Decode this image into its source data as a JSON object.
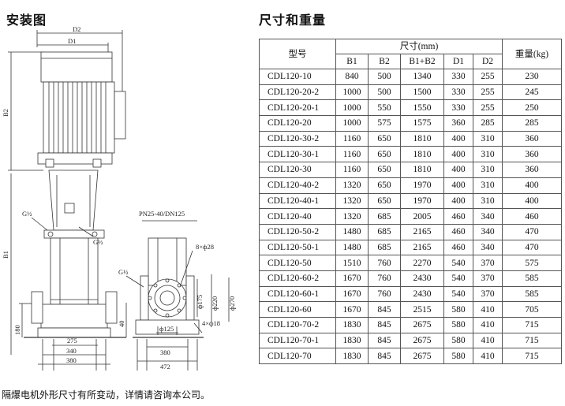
{
  "headings": {
    "install": "安装图",
    "dimensions": "尺寸和重量"
  },
  "drawing": {
    "label_d2": "D2",
    "label_d1": "D1",
    "label_b2": "B2",
    "label_b1": "B1",
    "label_g_top": "G½",
    "label_g_mid": "G½",
    "label_g_side": "G½",
    "label_flange": "PN25-40/DN125",
    "label_bolt_holes": "8×ф28",
    "label_anchor_holes": "4×ф18",
    "dim_180": "180",
    "dim_275": "275",
    "dim_340": "340",
    "dim_380_left": "380",
    "dim_40": "40",
    "dim_175": "ф175",
    "dim_220": "ф220",
    "dim_270": "ф270",
    "dim_125": "ф125",
    "dim_380_right": "380",
    "dim_472": "472"
  },
  "table": {
    "header_model": "型号",
    "header_dims": "尺寸(mm)",
    "header_weight": "重量(kg)",
    "sub_headers": [
      "B1",
      "B2",
      "B1+B2",
      "D1",
      "D2"
    ],
    "rows": [
      [
        "CDL120-10",
        "840",
        "500",
        "1340",
        "330",
        "255",
        "230"
      ],
      [
        "CDL120-20-2",
        "1000",
        "500",
        "1500",
        "330",
        "255",
        "245"
      ],
      [
        "CDL120-20-1",
        "1000",
        "550",
        "1550",
        "330",
        "255",
        "250"
      ],
      [
        "CDL120-20",
        "1000",
        "575",
        "1575",
        "360",
        "285",
        "285"
      ],
      [
        "CDL120-30-2",
        "1160",
        "650",
        "1810",
        "400",
        "310",
        "360"
      ],
      [
        "CDL120-30-1",
        "1160",
        "650",
        "1810",
        "400",
        "310",
        "360"
      ],
      [
        "CDL120-30",
        "1160",
        "650",
        "1810",
        "400",
        "310",
        "360"
      ],
      [
        "CDL120-40-2",
        "1320",
        "650",
        "1970",
        "400",
        "310",
        "400"
      ],
      [
        "CDL120-40-1",
        "1320",
        "650",
        "1970",
        "400",
        "310",
        "400"
      ],
      [
        "CDL120-40",
        "1320",
        "685",
        "2005",
        "460",
        "340",
        "460"
      ],
      [
        "CDL120-50-2",
        "1480",
        "685",
        "2165",
        "460",
        "340",
        "470"
      ],
      [
        "CDL120-50-1",
        "1480",
        "685",
        "2165",
        "460",
        "340",
        "470"
      ],
      [
        "CDL120-50",
        "1510",
        "760",
        "2270",
        "540",
        "370",
        "575"
      ],
      [
        "CDL120-60-2",
        "1670",
        "760",
        "2430",
        "540",
        "370",
        "585"
      ],
      [
        "CDL120-60-1",
        "1670",
        "760",
        "2430",
        "540",
        "370",
        "585"
      ],
      [
        "CDL120-60",
        "1670",
        "845",
        "2515",
        "580",
        "410",
        "705"
      ],
      [
        "CDL120-70-2",
        "1830",
        "845",
        "2675",
        "580",
        "410",
        "715"
      ],
      [
        "CDL120-70-1",
        "1830",
        "845",
        "2675",
        "580",
        "410",
        "715"
      ],
      [
        "CDL120-70",
        "1830",
        "845",
        "2675",
        "580",
        "410",
        "715"
      ]
    ]
  },
  "footnote": "隔爆电机外形尺寸有所变动，详情请咨询本公司。"
}
